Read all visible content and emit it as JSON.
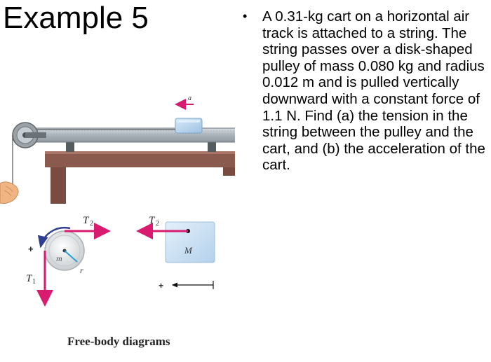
{
  "slide": {
    "title": "Example 5",
    "bullet_symbol": "•",
    "problem_text": "A 0.31-kg cart on a horizontal air track is attached to a string. The string passes over a disk-shaped pulley of mass 0.080 kg and radius 0.012 m and is pulled vertically downward with a constant force of 1.1 N. Find (a) the tension in the string between the pulley and the cart, and (b) the acceleration of the cart."
  },
  "figure": {
    "label_a": "a",
    "label_T2_pulley": "T",
    "label_T2_pulley_sub": "2",
    "label_T2_cart": "T",
    "label_T2_cart_sub": "2",
    "label_T1": "T",
    "label_T1_sub": "1",
    "label_m": "m",
    "label_r": "r",
    "label_M": "M",
    "label_plus_pulley": "+",
    "label_plus_axis": "+",
    "caption": "Free-body diagrams"
  },
  "colors": {
    "force_arrow": "#d81b6e",
    "track": "#b8c2c8",
    "table": "#8a5a4e",
    "cart": "#b9d6ee",
    "rotation_arrow": "#2f3f8f",
    "radius_line": "#2a9fd6"
  }
}
